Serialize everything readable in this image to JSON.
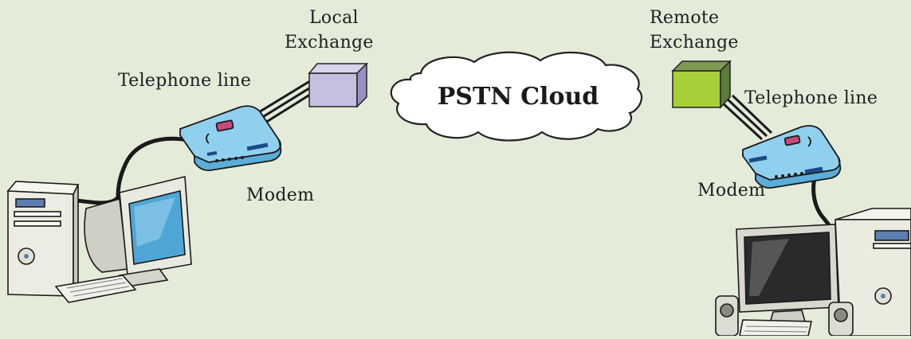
{
  "labels": {
    "local_exchange_line1": "Local",
    "local_exchange_line2": "Exchange",
    "remote_exchange_line1": "Remote",
    "remote_exchange_line2": "Exchange",
    "telephone_line_left": "Telephone line",
    "telephone_line_right": "Telephone line",
    "modem_left": "Modem",
    "modem_right": "Modem",
    "cloud": "PSTN Cloud"
  },
  "colors": {
    "background": "#e4ecd9",
    "local_exchange": "#c6bfe0",
    "remote_exchange": "#a7cf3a",
    "modem_body": "#8fd0ee",
    "cloud_fill": "#ffffff",
    "cable": "#1a1a1a"
  },
  "icons": {
    "local_exchange": "exchange-cube-icon",
    "remote_exchange": "exchange-cube-icon",
    "modems": "modem-icon",
    "computers": "desktop-computer-icon",
    "cloud": "cloud-icon"
  }
}
